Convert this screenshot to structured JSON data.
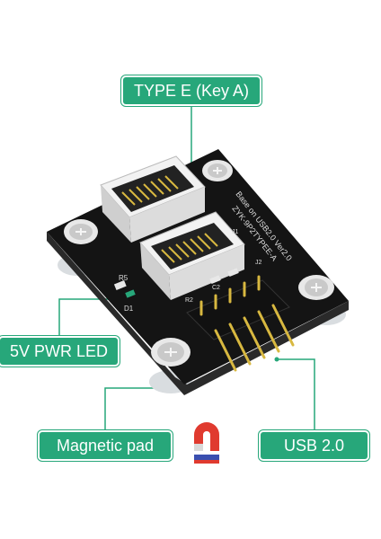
{
  "callouts": {
    "type_e": "TYPE E (Key A)",
    "pwr_led": "5V PWR LED",
    "magnetic_pad": "Magnetic pad",
    "usb": "USB 2.0"
  },
  "board": {
    "silk_line1": "Base on USB2.0 Ver2.0",
    "silk_line2": "ZYK-9P2TYPEE-A",
    "ref_d1": "D1",
    "ref_r5": "R5",
    "ref_r2": "R2",
    "ref_c2": "C2",
    "ref_j1": "J1",
    "ref_j2": "J2"
  },
  "colors": {
    "accent": "#27a77a",
    "board": "#141414",
    "header_pins": "#d8b840",
    "connector": "#f2f2f2",
    "magnet_red": "#e03a2f",
    "magnet_blue": "#3a4fb0"
  }
}
